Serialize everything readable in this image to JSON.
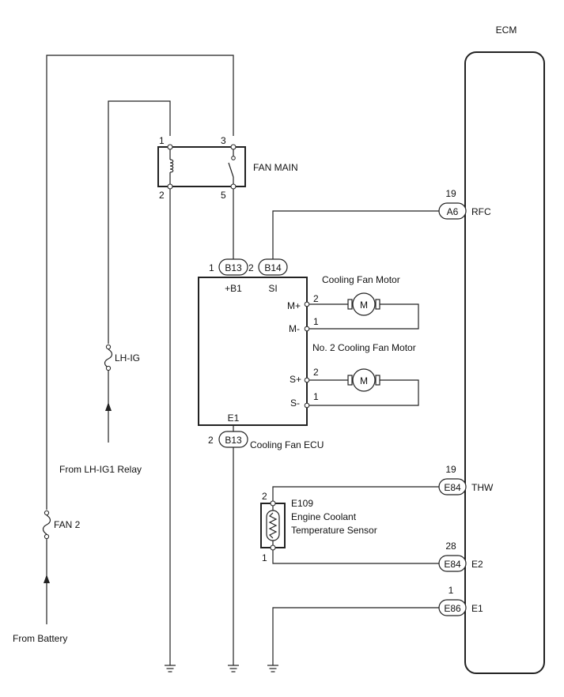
{
  "ecm": {
    "label": "ECM"
  },
  "relay": {
    "label": "FAN MAIN",
    "pins": [
      "1",
      "2",
      "3",
      "5"
    ]
  },
  "lh_ig": {
    "fuse_label": "LH-IG",
    "source": "From LH-IG1 Relay"
  },
  "fan2": {
    "fuse_label": "FAN 2",
    "source": "From Battery"
  },
  "cooling_fan_ecu": {
    "label": "Cooling Fan ECU",
    "b1": {
      "pin": "1",
      "conn": "B13",
      "term": "+B1"
    },
    "si": {
      "pin": "2",
      "conn": "B14",
      "term": "SI"
    },
    "e1": {
      "term": "E1",
      "pin": "2",
      "conn": "B13"
    },
    "m_plus": {
      "term": "M+",
      "pin": "2"
    },
    "m_minus": {
      "term": "M-",
      "pin": "1"
    },
    "s_plus": {
      "term": "S+",
      "pin": "2"
    },
    "s_minus": {
      "term": "S-",
      "pin": "1"
    }
  },
  "motor1": {
    "label": "Cooling Fan Motor",
    "symbol": "M"
  },
  "motor2": {
    "label": "No. 2 Cooling Fan Motor",
    "symbol": "M"
  },
  "sensor": {
    "id": "E109",
    "line1": "Engine Coolant",
    "line2": "Temperature Sensor",
    "pin_top": "2",
    "pin_bottom": "1"
  },
  "ecm_terminals": {
    "rfc": {
      "pin": "19",
      "conn": "A6",
      "term": "RFC"
    },
    "thw": {
      "pin": "19",
      "conn": "E84",
      "term": "THW"
    },
    "e2": {
      "pin": "28",
      "conn": "E84",
      "term": "E2"
    },
    "e1": {
      "pin": "1",
      "conn": "E86",
      "term": "E1"
    }
  }
}
